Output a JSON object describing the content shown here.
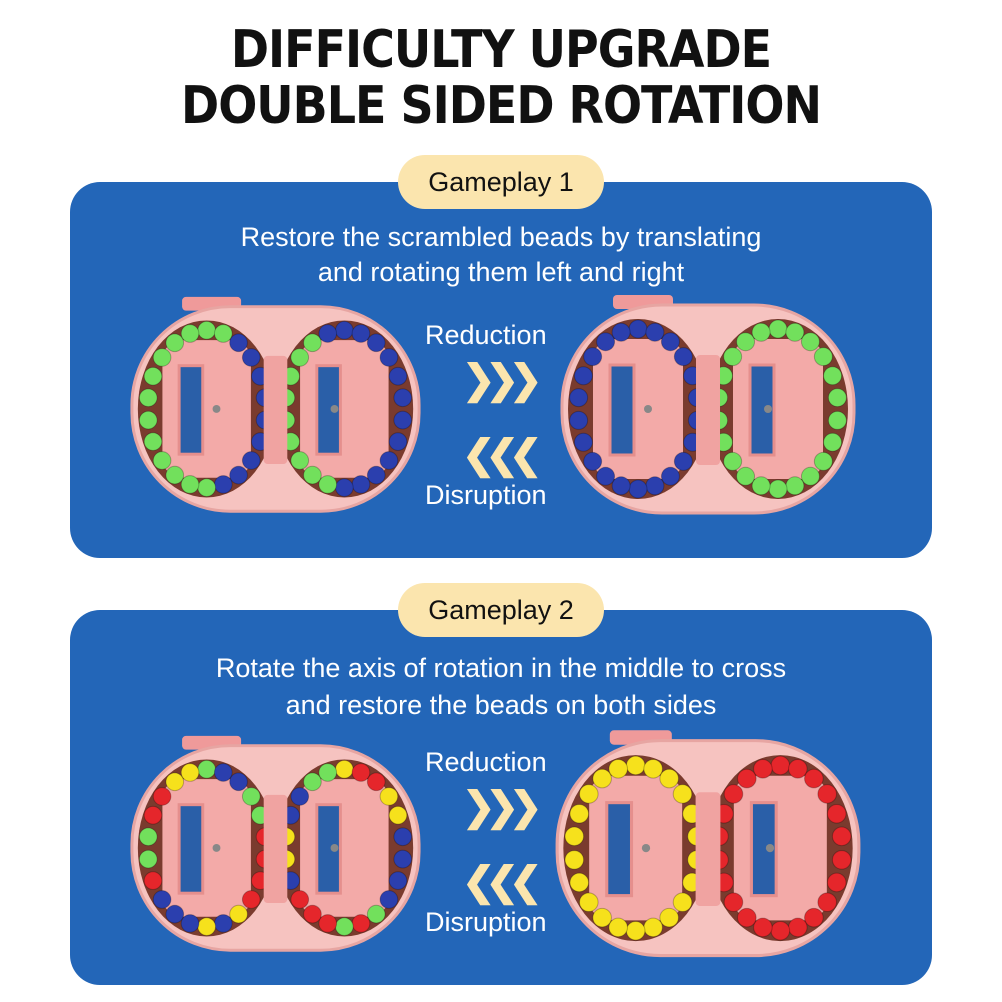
{
  "title": {
    "line1": "DIFFICULTY UPGRADE",
    "line2": "DOUBLE SIDED ROTATION"
  },
  "sections": [
    {
      "badge": "Gameplay 1",
      "desc_line1": "Restore the scrambled beads by translating",
      "desc_line2": "and rotating them left and right",
      "reduction": "Reduction",
      "disruption": "Disruption",
      "arrow_right": "❯❯❯",
      "arrow_left": "❮❮❮"
    },
    {
      "badge": "Gameplay 2",
      "desc_line1": "Rotate the axis of rotation in the middle to cross",
      "desc_line2": "and restore the beads on both sides",
      "reduction": "Reduction",
      "disruption": "Disruption",
      "arrow_right": "❯❯❯",
      "arrow_left": "❮❮❮"
    }
  ],
  "colors": {
    "panel": "#2366b8",
    "badge": "#fbe5ae",
    "toy": "#f6c3c0",
    "green": "#72e05c",
    "blue": "#2b3fae",
    "red": "#e5262b",
    "yellow": "#f6e11c"
  }
}
